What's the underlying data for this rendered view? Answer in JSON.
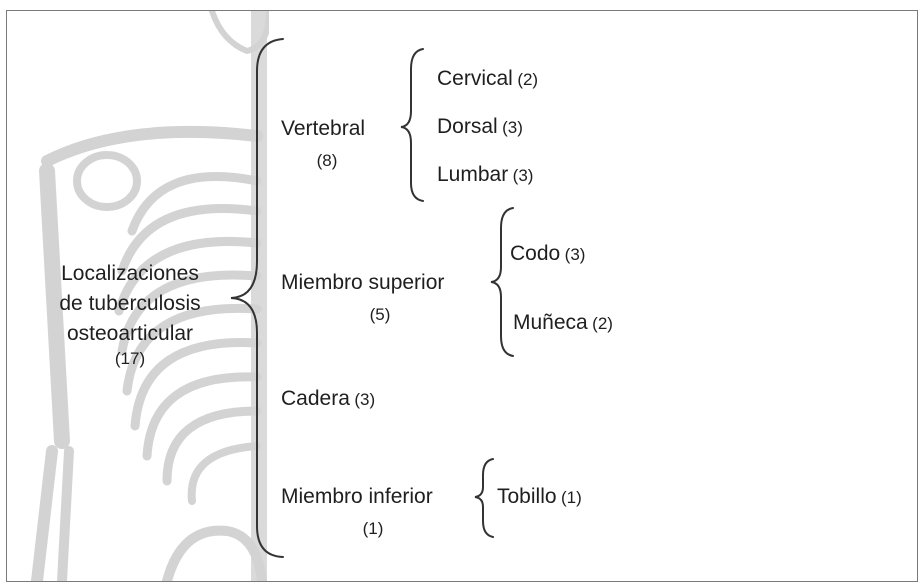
{
  "root": {
    "title": "Localizaciones\nde tuberculosis\nosteoarticular",
    "count": "(17)"
  },
  "vertebral": {
    "label": "Vertebral",
    "count": "(8)",
    "children": [
      {
        "label": "Cervical",
        "count": "(2)"
      },
      {
        "label": "Dorsal",
        "count": "(3)"
      },
      {
        "label": "Lumbar",
        "count": "(3)"
      }
    ]
  },
  "miembro_superior": {
    "label": "Miembro superior",
    "count": "(5)",
    "children": [
      {
        "label": "Codo",
        "count": "(3)"
      },
      {
        "label": "Muñeca",
        "count": "(2)"
      }
    ]
  },
  "cadera": {
    "label": "Cadera",
    "count": "(3)"
  },
  "miembro_inferior": {
    "label": "Miembro inferior",
    "count": "(1)",
    "children": [
      {
        "label": "Tobillo",
        "count": "(1)"
      }
    ]
  },
  "colors": {
    "text": "#1f1f1f",
    "bracket": "#333333",
    "bone": "#c9c9c9",
    "bone_light": "#e4e4e4"
  }
}
